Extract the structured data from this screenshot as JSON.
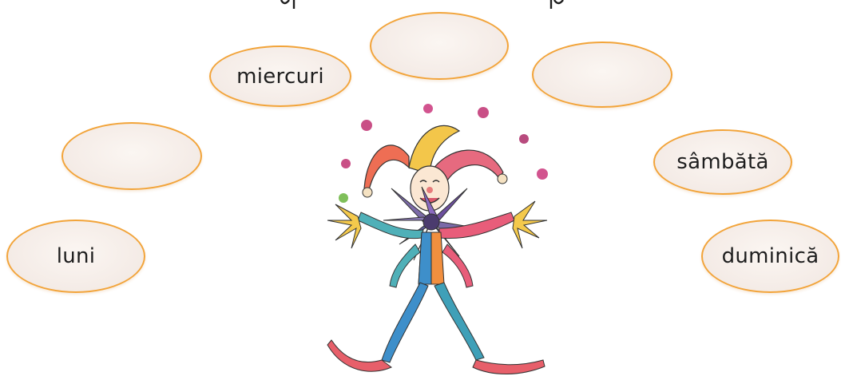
{
  "exercise": {
    "days": [
      {
        "key": "luni",
        "label": "luni"
      },
      {
        "key": "marti",
        "label": ""
      },
      {
        "key": "miercuri",
        "label": "miercuri"
      },
      {
        "key": "joi",
        "label": ""
      },
      {
        "key": "vineri",
        "label": ""
      },
      {
        "key": "sambata",
        "label": "sâmbătă"
      },
      {
        "key": "duminica",
        "label": "duminică"
      }
    ],
    "oval_border_color": "#f2a43a",
    "oval_fill_color": "#f4ebe6"
  },
  "illustration": {
    "subject": "juggling-jester",
    "ball_colors": [
      "#c94f86",
      "#d2548f",
      "#b84b7e",
      "#7fbf5a"
    ]
  }
}
